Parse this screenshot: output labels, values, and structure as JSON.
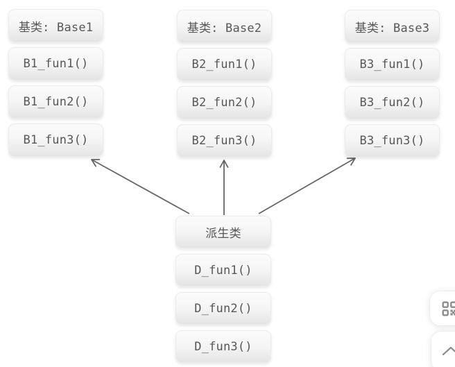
{
  "diagram": {
    "base_classes": [
      {
        "header": "基类: Base1",
        "methods": [
          "B1_fun1()",
          "B1_fun2()",
          "B1_fun3()"
        ]
      },
      {
        "header": "基类: Base2",
        "methods": [
          "B2_fun1()",
          "B2_fun2()",
          "B2_fun3()"
        ]
      },
      {
        "header": "基类: Base3",
        "methods": [
          "B3_fun1()",
          "B3_fun2()",
          "B3_fun3()"
        ]
      }
    ],
    "derived_class": {
      "header": "派生类",
      "methods": [
        "D_fun1()",
        "D_fun2()",
        "D_fun3()"
      ]
    },
    "arrows": [
      {
        "from": "derived-class",
        "to": "base1"
      },
      {
        "from": "derived-class",
        "to": "base2"
      },
      {
        "from": "derived-class",
        "to": "base3"
      }
    ]
  },
  "floating_toolbar": {
    "buttons": [
      {
        "icon": "qr-code-icon"
      },
      {
        "icon": "chevron-up-icon"
      }
    ]
  },
  "colors": {
    "background": "#ffffff",
    "node_text": "#575757",
    "node_gradient_top": "#fbfbfb",
    "node_gradient_bottom": "#e3e3e3",
    "arrow": "#666666",
    "button_icon": "#8c8c8c"
  }
}
